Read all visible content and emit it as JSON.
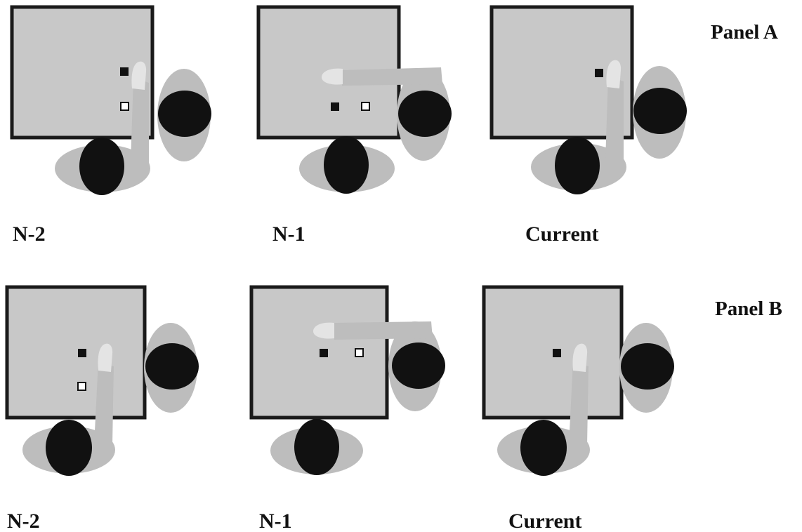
{
  "colors": {
    "background": "#ffffff",
    "table_fill": "#c8c8c8",
    "table_border": "#1a1a1a",
    "body_gray": "#bdbdbd",
    "head_black": "#111111",
    "hand_light": "#e4e4e4",
    "target_filled": "#111111",
    "target_open_fill": "#ffffff"
  },
  "panels": [
    {
      "title": "Panel A",
      "trials": [
        {
          "label": "N-2",
          "reacher": "near-person",
          "targets": [
            "filled",
            "open"
          ]
        },
        {
          "label": "N-1",
          "reacher": "side-person",
          "targets": [
            "filled",
            "open"
          ]
        },
        {
          "label": "Current",
          "reacher": "near-person",
          "targets": [
            "filled"
          ]
        }
      ]
    },
    {
      "title": "Panel B",
      "trials": [
        {
          "label": "N-2",
          "reacher": "near-person",
          "targets": [
            "filled",
            "open"
          ]
        },
        {
          "label": "N-1",
          "reacher": "side-person",
          "targets": [
            "filled",
            "open"
          ]
        },
        {
          "label": "Current",
          "reacher": "near-person",
          "targets": [
            "filled"
          ]
        }
      ]
    }
  ]
}
